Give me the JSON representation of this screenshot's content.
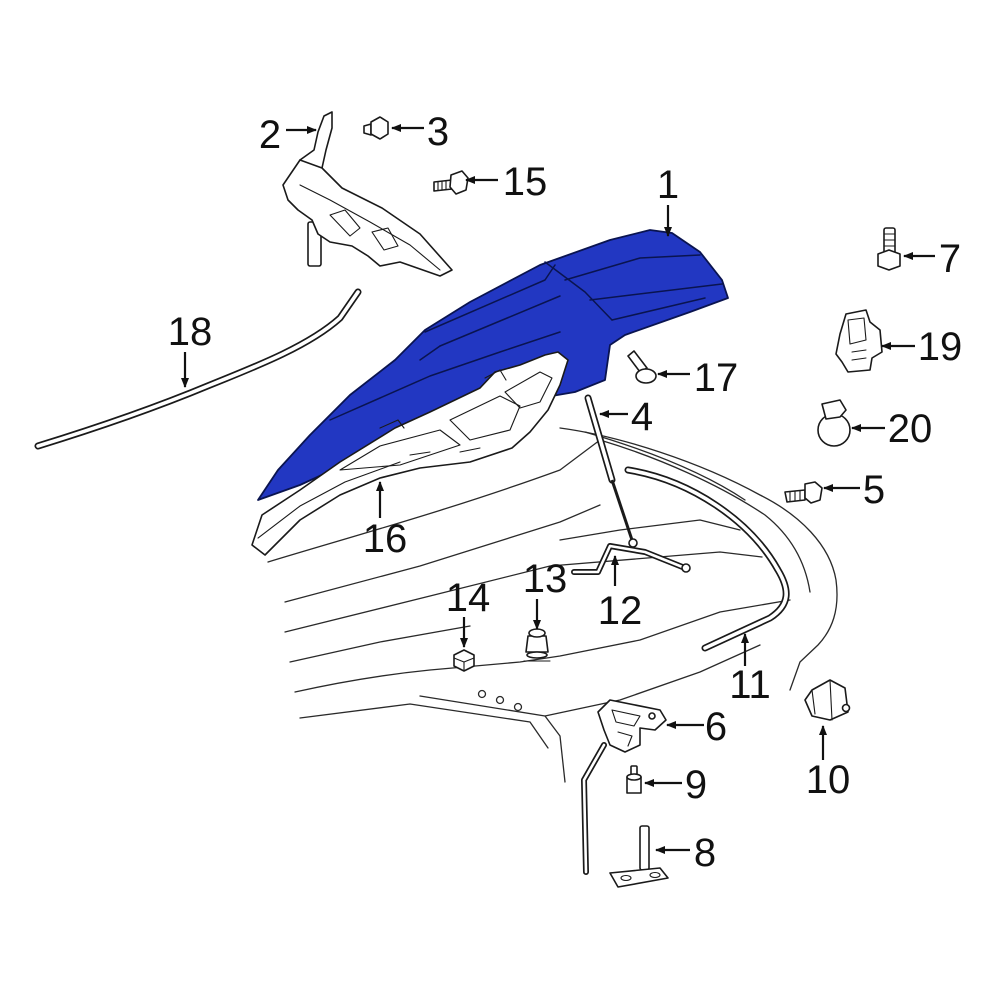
{
  "diagram": {
    "background_color": "#ffffff",
    "hood_color": "#2237c2",
    "line_color": "#1a1a1a"
  },
  "callouts": {
    "p1": "1",
    "p2": "2",
    "p3": "3",
    "p4": "4",
    "p5": "5",
    "p6": "6",
    "p7": "7",
    "p8": "8",
    "p9": "9",
    "p10": "10",
    "p11": "11",
    "p12": "12",
    "p13": "13",
    "p14": "14",
    "p15": "15",
    "p16": "16",
    "p17": "17",
    "p18": "18",
    "p19": "19",
    "p20": "20"
  }
}
